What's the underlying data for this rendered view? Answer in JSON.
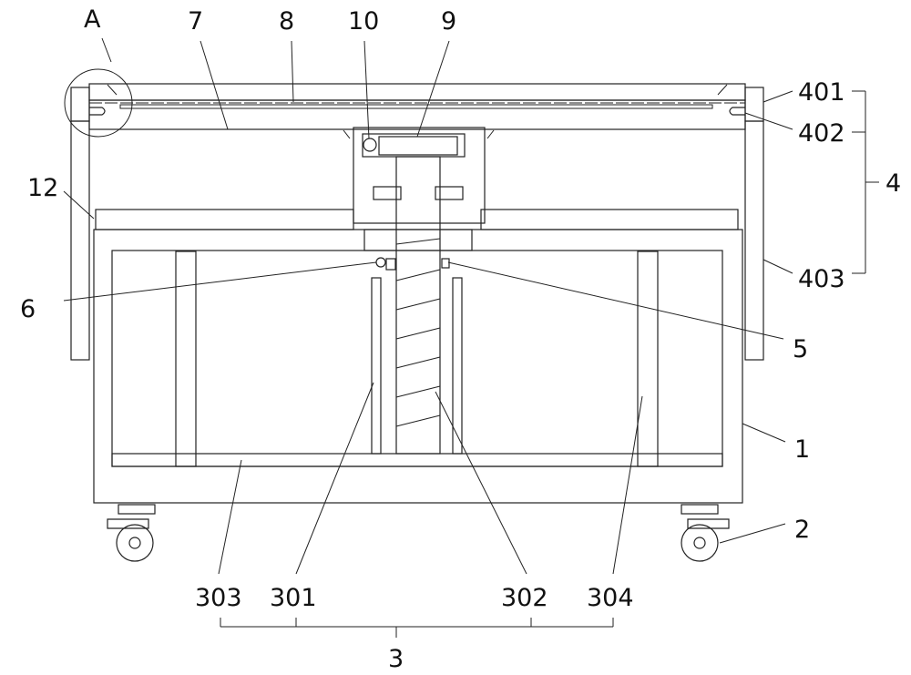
{
  "figure": {
    "labels": {
      "A": "A",
      "l7": "7",
      "l8": "8",
      "l10": "10",
      "l9": "9",
      "l401": "401",
      "l402": "402",
      "l4": "4",
      "l403": "403",
      "l12": "12",
      "l6": "6",
      "l5": "5",
      "l1": "1",
      "l2": "2",
      "l303": "303",
      "l301": "301",
      "l302": "302",
      "l304": "304",
      "l3": "3"
    }
  }
}
